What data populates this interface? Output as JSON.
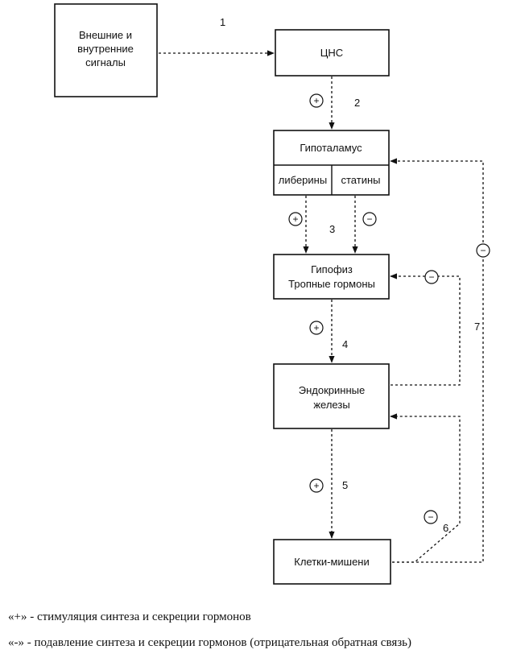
{
  "boxes": {
    "signals": [
      "Внешние и",
      "внутренние",
      "сигналы"
    ],
    "cns": "ЦНС",
    "hypothalamus": "Гипоталамус",
    "liberins": "либерины",
    "statins": "статины",
    "pituitary": [
      "Гипофиз",
      "Тропные гормоны"
    ],
    "glands": [
      "Эндокринные",
      "железы"
    ],
    "targets": "Клетки-мишени"
  },
  "numbers": [
    "1",
    "2",
    "3",
    "4",
    "5",
    "6",
    "7"
  ],
  "signs": {
    "plus": "+",
    "minus": "−"
  },
  "legend": {
    "plus": "«+» - стимуляция синтеза и секреции гормонов",
    "minus": "«-» - подавление синтеза и секреции гормонов (отрицательная обратная связь)"
  }
}
